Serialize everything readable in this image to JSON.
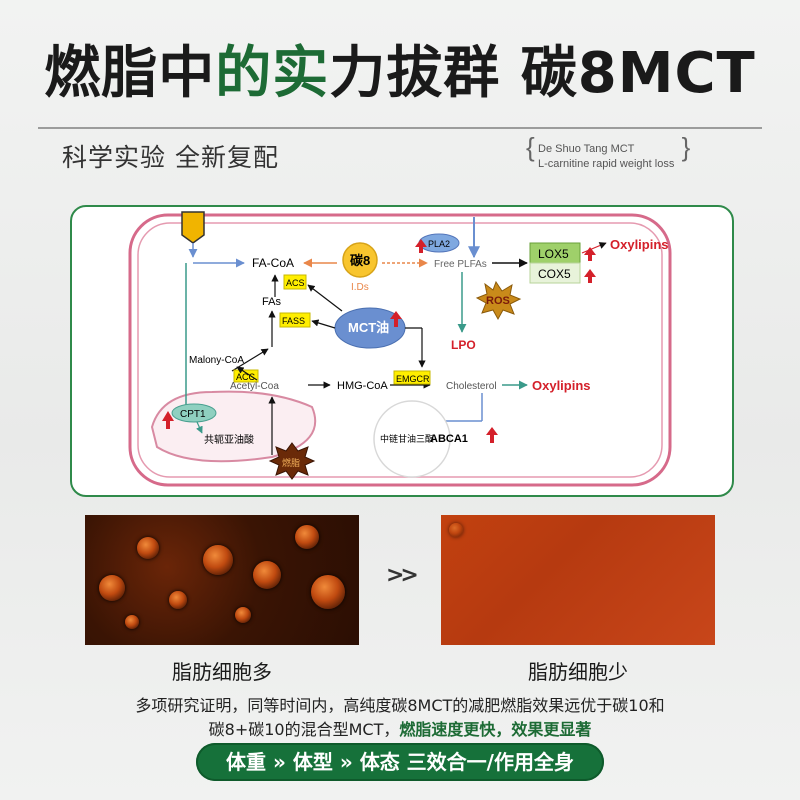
{
  "title": {
    "part1": "燃脂中",
    "part2": "的实",
    "part3": "力拔群 碳8MCT"
  },
  "subtitle": "科学实验 全新复配",
  "brand": {
    "line1": "De Shuo Tang MCT",
    "line2": "L-carnitine rapid weight loss"
  },
  "diagram": {
    "fa_coa": "FA-CoA",
    "c8": "碳8",
    "ids": "I.Ds",
    "free_plfas": "Free PLFAs",
    "pla2": "PLA2",
    "lox5": "LOX5",
    "cox5": "COX5",
    "oxylipins_top": "Oxylipins",
    "acs": "ACS",
    "fas": "FAs",
    "fass": "FASS",
    "mct": "MCT油",
    "ros": "ROS",
    "lpo": "LPO",
    "malony": "Malony-CoA",
    "acc": "ACC",
    "acetyl": "Acetyl-Coa",
    "hmg": "HMG-CoA",
    "emgcr": "EMGCR",
    "cholesterol": "Cholesterol",
    "oxylipins_mid": "Oxylipins",
    "cpt1": "CPT1",
    "linoleic": "共轭亚油酸",
    "burn": "燃脂",
    "mct_tg": "中链甘油三酯",
    "abca1": "ABCA1"
  },
  "photos": {
    "left_caption": "脂肪细胞多",
    "right_caption": "脂肪细胞少",
    "arrow": ">>"
  },
  "paragraph": {
    "line1": "多项研究证明，同等时间内，高纯度碳8MCT的减肥燃脂效果远优于碳10和",
    "line2_pre": "碳8+碳10的混合型MCT，",
    "line2_hl": "燃脂速度更快，效果更显著"
  },
  "banner": "体重 » 体型 » 体态  三效合一/作用全身",
  "colors": {
    "green": "#1d6b35",
    "red": "#d4202a",
    "yellow": "#ffee00",
    "oxylipin_red": "#d4202a"
  }
}
